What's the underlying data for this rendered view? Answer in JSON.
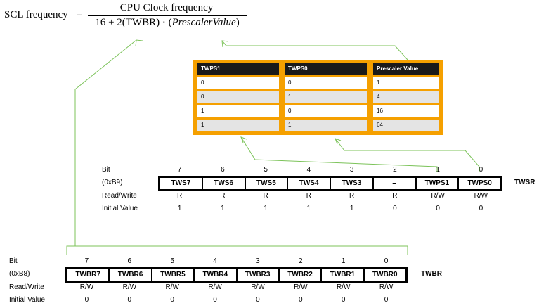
{
  "formula": {
    "lhs": "SCL frequency",
    "equals": "=",
    "numerator": "CPU Clock frequency",
    "denominator_plain": "16 + 2(TWBR) · (",
    "denominator_italic": "PrescalerValue",
    "denominator_close": ")"
  },
  "prescaler_table": {
    "headers": [
      "TWPS1",
      "TWPS0",
      "Prescaler Value"
    ],
    "rows": [
      [
        "0",
        "0",
        "1"
      ],
      [
        "0",
        "1",
        "4"
      ],
      [
        "1",
        "0",
        "16"
      ],
      [
        "1",
        "1",
        "64"
      ]
    ]
  },
  "twsr": {
    "row_labels": {
      "bit": "Bit",
      "address": "(0xB9)",
      "rw": "Read/Write",
      "init": "Initial Value"
    },
    "register_name": "TWSR",
    "bits": [
      "7",
      "6",
      "5",
      "4",
      "3",
      "2",
      "1",
      "0"
    ],
    "fields": [
      "TWS7",
      "TWS6",
      "TWS5",
      "TWS4",
      "TWS3",
      "–",
      "TWPS1",
      "TWPS0"
    ],
    "access": [
      "R",
      "R",
      "R",
      "R",
      "R",
      "R",
      "R/W",
      "R/W"
    ],
    "initial": [
      "1",
      "1",
      "1",
      "1",
      "1",
      "0",
      "0",
      "0"
    ]
  },
  "twbr": {
    "row_labels": {
      "bit": "Bit",
      "address": "(0xB8)",
      "rw": "Read/Write",
      "init": "Initial Value"
    },
    "register_name": "TWBR",
    "bits": [
      "7",
      "6",
      "5",
      "4",
      "3",
      "2",
      "1",
      "0"
    ],
    "fields": [
      "TWBR7",
      "TWBR6",
      "TWBR5",
      "TWBR4",
      "TWBR3",
      "TWBR2",
      "TWBR1",
      "TWBR0"
    ],
    "access": [
      "R/W",
      "R/W",
      "R/W",
      "R/W",
      "R/W",
      "R/W",
      "R/W",
      "R/W"
    ],
    "initial": [
      "0",
      "0",
      "0",
      "0",
      "0",
      "0",
      "0",
      "0"
    ]
  },
  "colors": {
    "arrow": "#7cc35a",
    "table_border": "#f5a000",
    "header_bg": "#1a1a1a",
    "row_alt": "#e4e4e4"
  }
}
